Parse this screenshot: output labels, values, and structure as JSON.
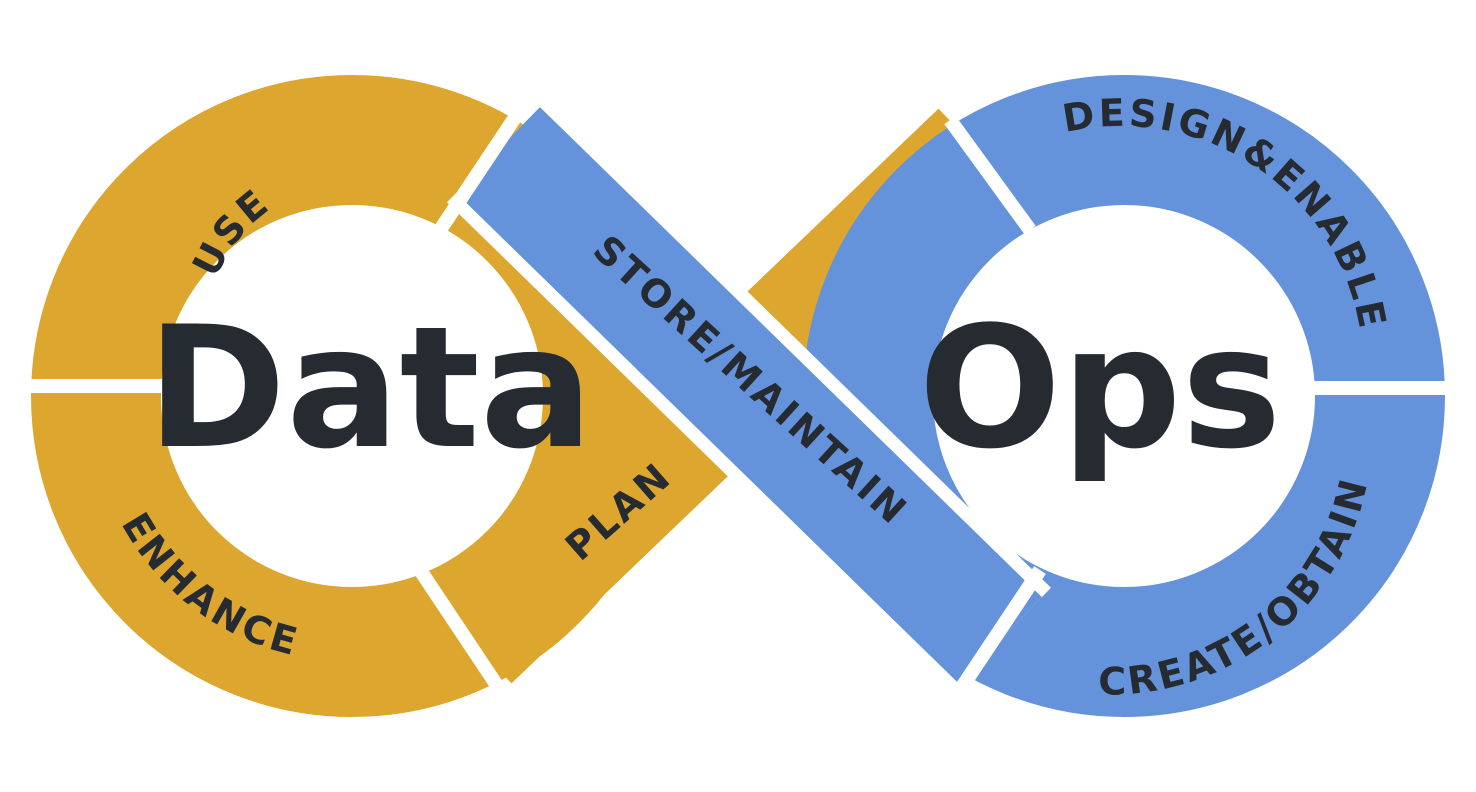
{
  "title_left": "Data",
  "title_right": "Ops",
  "colors": {
    "gold": "#DDA62E",
    "blue": "#6493DC",
    "text": "#262A31",
    "gap": "#FFFFFF"
  },
  "segments": [
    {
      "id": "use",
      "label": "USE",
      "color": "gold"
    },
    {
      "id": "enhance",
      "label": "ENHANCE",
      "color": "gold"
    },
    {
      "id": "plan",
      "label": "PLAN",
      "color": "gold"
    },
    {
      "id": "store-maintain",
      "label": "STORE/MAINTAIN",
      "color": "blue"
    },
    {
      "id": "design-enable",
      "label": "DESIGN&ENABLE",
      "color": "blue"
    },
    {
      "id": "create-obtain",
      "label": "CREATE/OBTAIN",
      "color": "blue"
    }
  ]
}
